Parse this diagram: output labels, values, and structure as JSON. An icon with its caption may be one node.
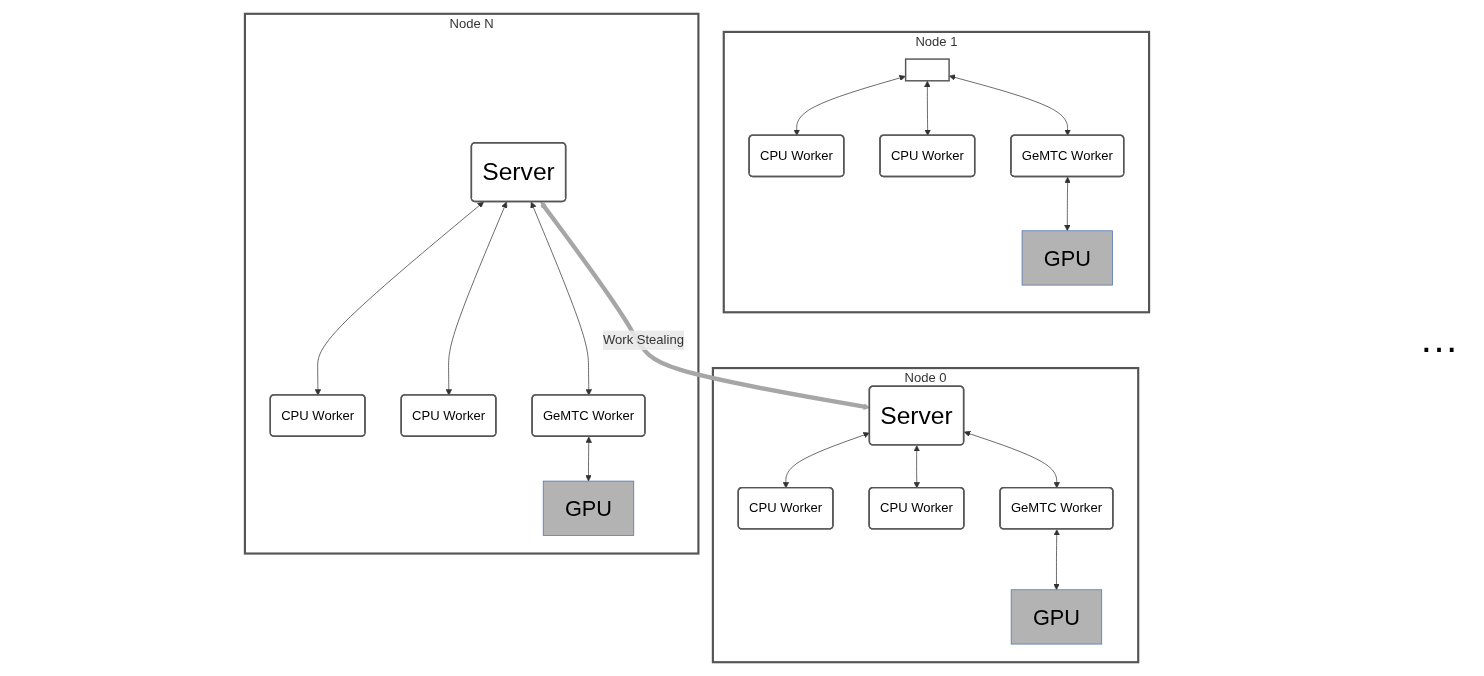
{
  "diagram": {
    "nodes": [
      {
        "text": [
          "Node 0"
        ]
      },
      {
        "text": [
          "Server"
        ],
        "in": 0
      },
      {
        "text": [
          "CPU Worker"
        ],
        "in": 0
      },
      {
        "text": [
          "CPU Worker"
        ],
        "in": 0
      },
      {
        "text": [
          "GeMTC Worker"
        ],
        "in": 0
      },
      {
        "text": [
          "GPU"
        ],
        "in": 0
      },
      {
        "text": [
          "Node 1"
        ]
      },
      {
        "text": [],
        "shape": "box",
        "in": 6
      },
      {
        "text": [
          "CPU Worker"
        ],
        "in": 6
      },
      {
        "text": [
          "CPU Worker"
        ],
        "in": 6
      },
      {
        "text": [
          "GeMTC Worker"
        ],
        "in": 6
      },
      {
        "text": [
          "GPU"
        ],
        "in": 6
      },
      {
        "text": [
          "Node N"
        ]
      },
      {
        "text": [
          "Server"
        ],
        "in": 12
      },
      {
        "text": [
          "CPU Worker"
        ],
        "in": 12
      },
      {
        "text": [
          "CPU Worker"
        ],
        "in": 12
      },
      {
        "text": [
          "GeMTC Worker"
        ],
        "in": 12
      },
      {
        "text": [
          "GPU"
        ],
        "in": 12
      }
    ],
    "edges": [
      {
        "from": 1,
        "to": 2,
        "arrow": "both"
      },
      {
        "from": 1,
        "to": 3,
        "arrow": "both"
      },
      {
        "from": 1,
        "to": 4,
        "arrow": "both"
      },
      {
        "from": 4,
        "to": 5,
        "arrow": "both"
      },
      {
        "from": 7,
        "to": 8,
        "arrow": "both"
      },
      {
        "from": 7,
        "to": 9,
        "arrow": "both"
      },
      {
        "from": 7,
        "to": 10,
        "arrow": "both"
      },
      {
        "from": 10,
        "to": 11,
        "arrow": "both"
      },
      {
        "from": 13,
        "to": 14,
        "arrow": "both"
      },
      {
        "from": 13,
        "to": 15,
        "arrow": "both"
      },
      {
        "from": 13,
        "to": 16,
        "arrow": "both"
      },
      {
        "from": 16,
        "to": 17,
        "arrow": "both"
      },
      {
        "from": 1,
        "to": 13,
        "arrow": "both",
        "label": "Work Stealing",
        "style": "thick",
        "color": "#a6a6a6"
      }
    ],
    "labels": [
      "…"
    ]
  }
}
